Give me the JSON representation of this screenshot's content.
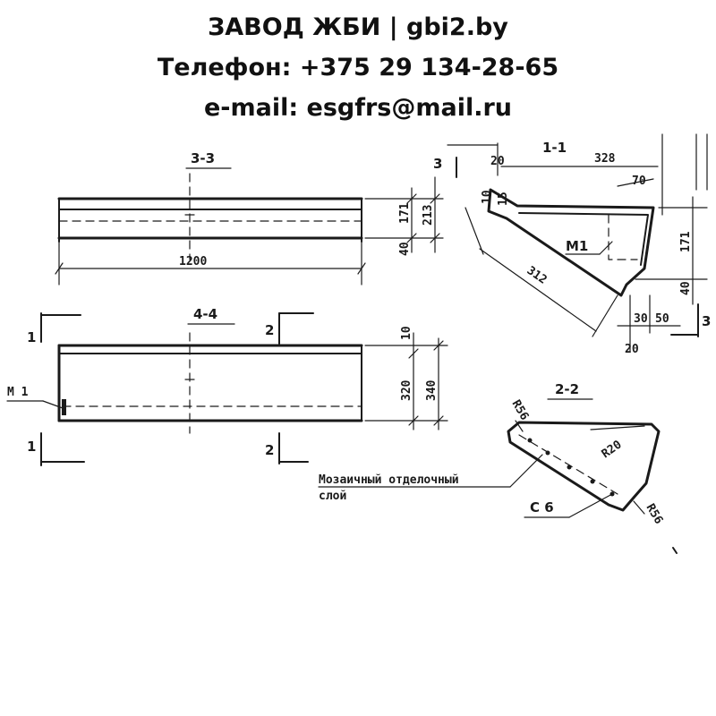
{
  "header": {
    "line1": "ЗАВОД ЖБИ | gbi2.by",
    "line2": "Телефон: +375 29 134-28-65",
    "line3": "e-mail: esgfrs@mail.ru"
  },
  "drawing": {
    "section_3_title": "3-3",
    "section_4_title": "4-4",
    "section_2_title": "2-2",
    "section_1_title": "1-1",
    "dim_1200": "1200",
    "dim_171": "171",
    "dim_213": "213",
    "dim_40": "40",
    "dim_10": "10",
    "dim_320": "320",
    "dim_340": "340",
    "dim_328": "328",
    "dim_20": "20",
    "dim_70": "70",
    "dim_15": "15",
    "dim_312": "312",
    "dim_171b": "171",
    "dim_40b": "40",
    "dim_30": "30",
    "dim_50": "50",
    "dim_20b": "20",
    "label_m1": "М1",
    "label_m1_left": "М 1",
    "label_c6": "С 6",
    "label_r56a": "R56",
    "label_r20": "R20",
    "label_r56b": "R56",
    "note_line1": "Мозаичный отделочный",
    "note_line2": "слой",
    "cut_1a": "1",
    "cut_1b": "1",
    "cut_2a": "2",
    "cut_2b": "2",
    "cut_3a": "3",
    "cut_3b": "3"
  }
}
